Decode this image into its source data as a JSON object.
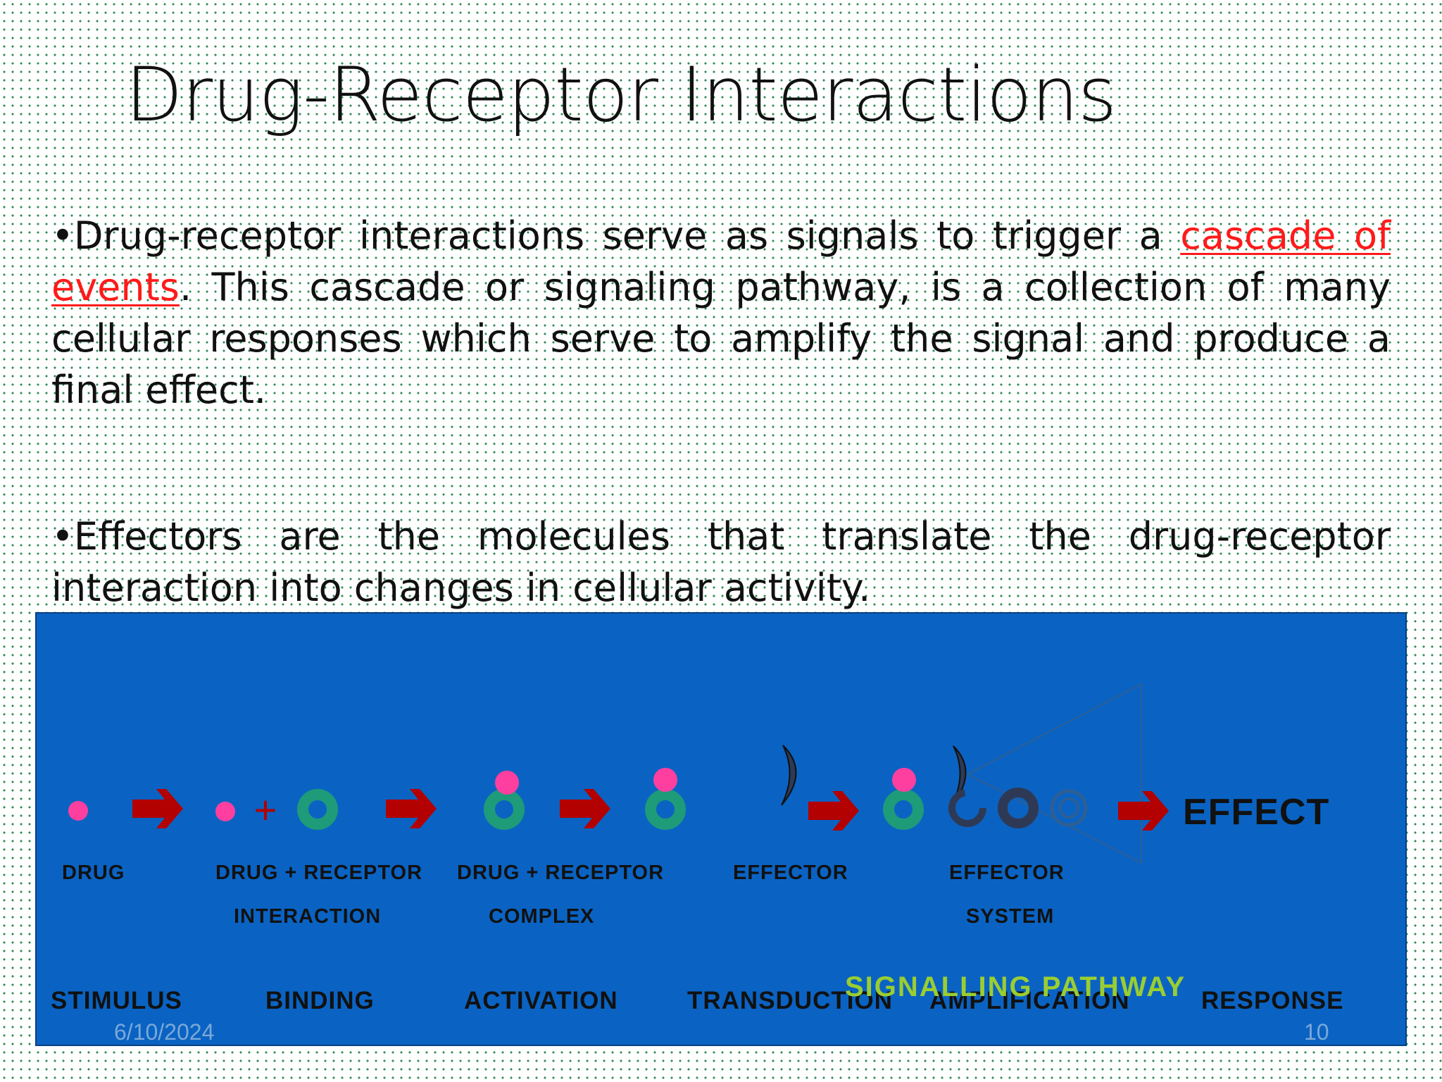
{
  "slide": {
    "title": "Drug-Receptor Interactions",
    "para1": {
      "before": "•Drug-receptor interactions serve as signals to trigger a ",
      "highlight": "cascade of events",
      "after": ".  This cascade or signaling pathway, is a collection of many cellular responses which serve to amplify the signal and produce a final effect."
    },
    "para2": "•Effectors are the molecules that translate the drug-receptor interaction into changes in cellular activity.",
    "highlight_color": "#ff1a1a"
  },
  "diagram": {
    "background": "#0a63c3",
    "plus": "+",
    "effect": "EFFECT",
    "labels": {
      "drug": "DRUG",
      "drug_receptor_1": "DRUG + RECEPTOR",
      "interaction": "INTERACTION",
      "drug_receptor_2": "DRUG + RECEPTOR",
      "complex": "COMPLEX",
      "effector": "EFFECTOR",
      "effector_2": "EFFECTOR",
      "system": "SYSTEM"
    },
    "stages": [
      "STIMULUS",
      "BINDING",
      "ACTIVATION",
      "TRANSDUCTION",
      "AMPLIFICATION",
      "RESPONSE"
    ],
    "pathway_label": "SIGNALLING PATHWAY",
    "colors": {
      "drug": "#ff3fa0",
      "receptor": "#1e9b78",
      "arrow": "#b30000",
      "effector": "#2e3a55",
      "pathway": "#9acd32"
    }
  },
  "footer": {
    "date": "6/10/2024",
    "page": "10"
  }
}
